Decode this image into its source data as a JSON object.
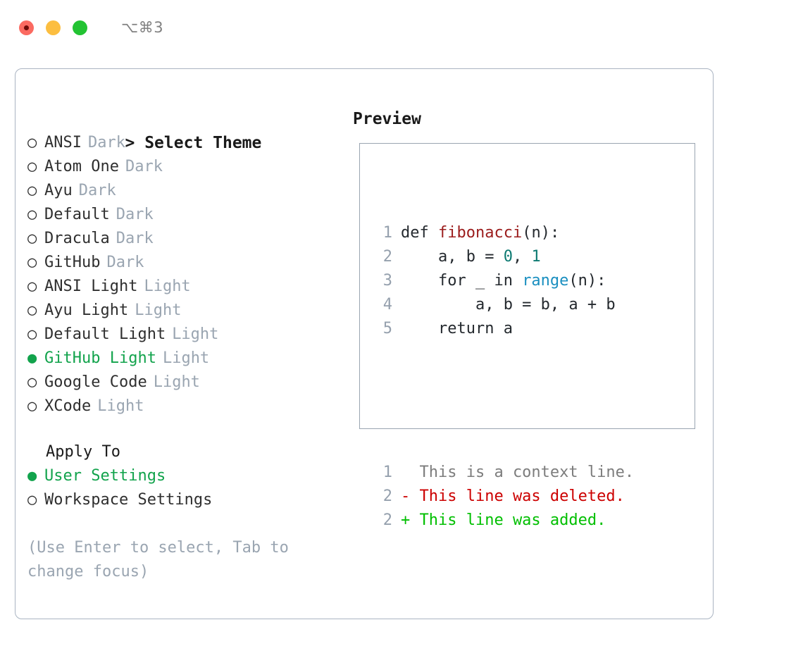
{
  "window": {
    "shortcut_label": "⌥⌘3",
    "traffic_lights": [
      {
        "name": "close",
        "color": "#fb6a61"
      },
      {
        "name": "minimize",
        "color": "#fcbe40"
      },
      {
        "name": "maximize",
        "color": "#23c333"
      }
    ]
  },
  "theme_selector": {
    "heading": "> Select Theme",
    "caret": ">",
    "heading_text": "Select Theme",
    "marker_unselected": "○",
    "marker_selected": "●",
    "selected_index": 9,
    "items": [
      {
        "name": "ANSI",
        "variant": "Dark",
        "selected": false
      },
      {
        "name": "Atom One",
        "variant": "Dark",
        "selected": false
      },
      {
        "name": "Ayu",
        "variant": "Dark",
        "selected": false
      },
      {
        "name": "Default",
        "variant": "Dark",
        "selected": false
      },
      {
        "name": "Dracula",
        "variant": "Dark",
        "selected": false
      },
      {
        "name": "GitHub",
        "variant": "Dark",
        "selected": false
      },
      {
        "name": "ANSI Light",
        "variant": "Light",
        "selected": false
      },
      {
        "name": "Ayu Light",
        "variant": "Light",
        "selected": false
      },
      {
        "name": "Default Light",
        "variant": "Light",
        "selected": false
      },
      {
        "name": "GitHub Light",
        "variant": "Light",
        "selected": true
      },
      {
        "name": "Google Code",
        "variant": "Light",
        "selected": false
      },
      {
        "name": "XCode",
        "variant": "Light",
        "selected": false
      }
    ]
  },
  "apply_to": {
    "heading": "Apply To",
    "items": [
      {
        "label": "User Settings",
        "selected": true
      },
      {
        "label": "Workspace Settings",
        "selected": false
      }
    ]
  },
  "hint": {
    "text": "(Use Enter to select, Tab to change focus)"
  },
  "preview": {
    "heading": "Preview",
    "code_lines": [
      {
        "number": "1",
        "tokens": [
          {
            "text": "def ",
            "kind": "plain"
          },
          {
            "text": "fibonacci",
            "kind": "func"
          },
          {
            "text": "(n):",
            "kind": "plain"
          }
        ]
      },
      {
        "number": "2",
        "tokens": [
          {
            "text": "    a, b = ",
            "kind": "plain"
          },
          {
            "text": "0",
            "kind": "num"
          },
          {
            "text": ", ",
            "kind": "plain"
          },
          {
            "text": "1",
            "kind": "num"
          }
        ]
      },
      {
        "number": "3",
        "tokens": [
          {
            "text": "    for _ in ",
            "kind": "plain"
          },
          {
            "text": "range",
            "kind": "builtin"
          },
          {
            "text": "(n):",
            "kind": "plain"
          }
        ]
      },
      {
        "number": "4",
        "tokens": [
          {
            "text": "        a, b = b, a + b",
            "kind": "plain"
          }
        ]
      },
      {
        "number": "5",
        "tokens": [
          {
            "text": "    return a",
            "kind": "plain"
          }
        ]
      }
    ],
    "diff_lines": [
      {
        "number": "1",
        "sign": " ",
        "text": "  This is a context line.",
        "kind": "ctx"
      },
      {
        "number": "2",
        "sign": "-",
        "text": "- This line was deleted.",
        "kind": "del"
      },
      {
        "number": "2",
        "sign": "+",
        "text": "+ This line was added.",
        "kind": "add"
      }
    ]
  },
  "colors": {
    "accent_green": "#12a34c",
    "diff_add": "#00bf00",
    "diff_del": "#cc0000",
    "muted": "#9aa5b1",
    "func": "#9b1c1c",
    "number": "#0d7a72",
    "builtin": "#1a8fc0",
    "border": "#aab4c2"
  }
}
